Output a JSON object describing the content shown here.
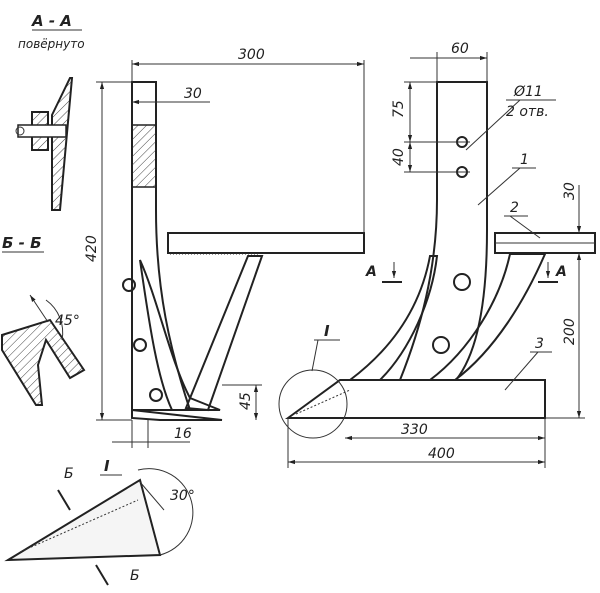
{
  "section_aa": {
    "title": "А - А",
    "subtitle": "повёрнуто"
  },
  "section_bb": {
    "title": "Б - Б",
    "angle": "45°"
  },
  "detail_i": {
    "title": "I",
    "angle": "30°",
    "cut_label_top": "Б",
    "cut_label_bottom": "Б"
  },
  "side_view": {
    "dim_width": "300",
    "dim_thickness": "30",
    "dim_height": "420",
    "dim_bottom_height": "45",
    "dim_bottom_width": "16"
  },
  "front_view": {
    "dim_top_width": "60",
    "dim_hole_top": "75",
    "dim_hole_spacing": "40",
    "hole_label": "Ø11",
    "hole_count": "2 отв.",
    "part_1": "1",
    "part_2": "2",
    "part_3": "3",
    "dim_part2_thickness": "30",
    "dim_height": "200",
    "dim_base": "330",
    "dim_total": "400",
    "section_mark_left": "А",
    "section_mark_right": "А",
    "detail_mark": "I"
  }
}
